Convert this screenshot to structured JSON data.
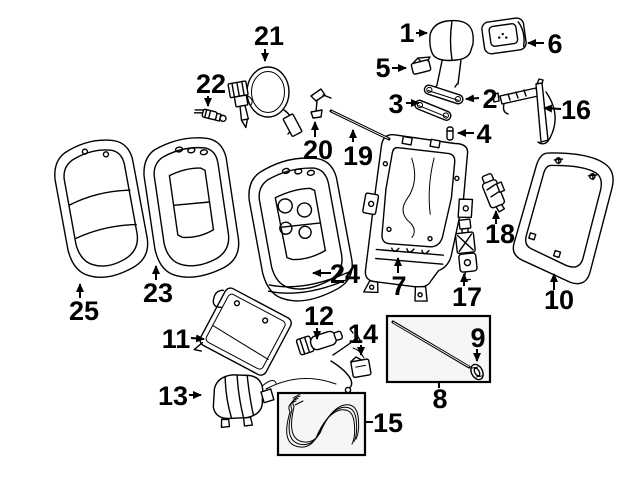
{
  "diagram": {
    "type": "exploded-parts-diagram",
    "subject": "vehicle-seat-back-components",
    "colors": {
      "background": "#ffffff",
      "line": "#000000",
      "box_fill": "#f6f6f4"
    },
    "callouts": [
      {
        "num": "1"
      },
      {
        "num": "2"
      },
      {
        "num": "3"
      },
      {
        "num": "4"
      },
      {
        "num": "5"
      },
      {
        "num": "6"
      },
      {
        "num": "7"
      },
      {
        "num": "8"
      },
      {
        "num": "9"
      },
      {
        "num": "10"
      },
      {
        "num": "11"
      },
      {
        "num": "12"
      },
      {
        "num": "13"
      },
      {
        "num": "14"
      },
      {
        "num": "15"
      },
      {
        "num": "16"
      },
      {
        "num": "17"
      },
      {
        "num": "18"
      },
      {
        "num": "19"
      },
      {
        "num": "20"
      },
      {
        "num": "21"
      },
      {
        "num": "22"
      },
      {
        "num": "23"
      },
      {
        "num": "24"
      },
      {
        "num": "25"
      }
    ]
  }
}
